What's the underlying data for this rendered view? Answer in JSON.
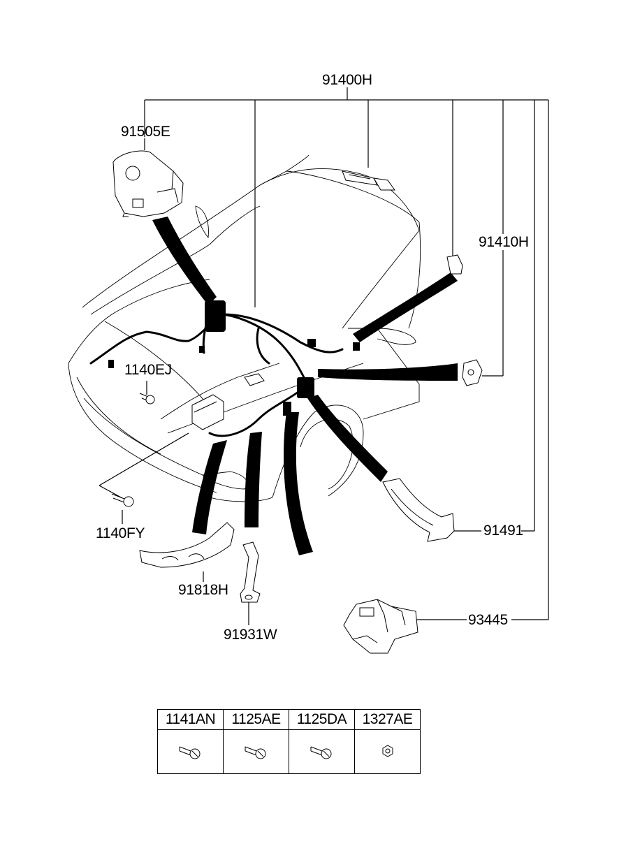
{
  "labels": {
    "main_harness": "91400H",
    "fuse_box_cover": "91505E",
    "harness_bracket": "91410H",
    "bolt_1140EJ": "1140EJ",
    "bolt_1140FY": "1140FY",
    "protector_91491": "91491",
    "bracket_91818H": "91818H",
    "bracket_91931W": "91931W",
    "part_93445": "93445"
  },
  "fastener_table": {
    "headers": [
      "1141AN",
      "1125AE",
      "1125DA",
      "1327AE"
    ],
    "icons": [
      "bolt-icon",
      "bolt-icon",
      "bolt-icon",
      "nut-icon"
    ]
  },
  "colors": {
    "line": "#000000",
    "background": "#ffffff"
  }
}
